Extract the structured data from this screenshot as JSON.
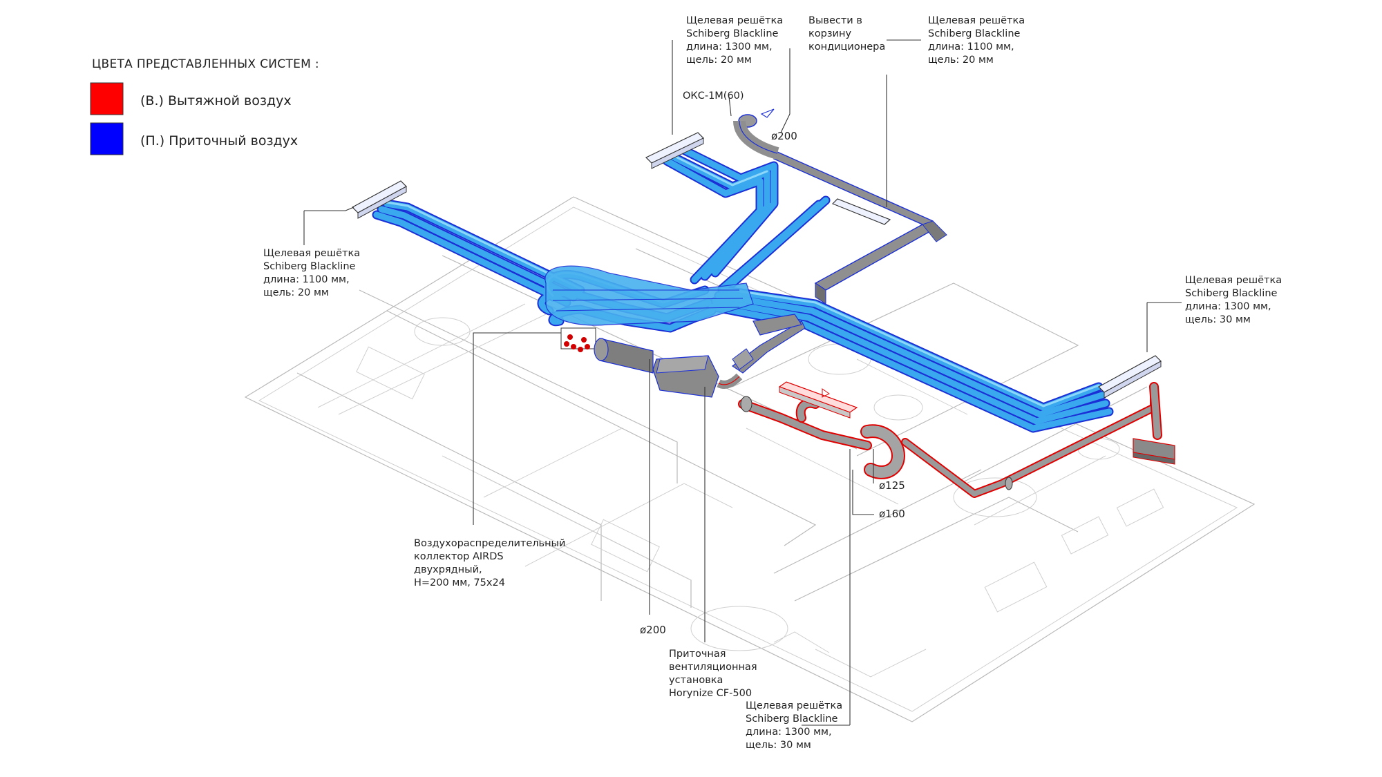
{
  "legend": {
    "title": "ЦВЕТА ПРЕДСТАВЛЕННЫХ СИСТЕМ :",
    "items": [
      {
        "label": "(В.) Вытяжной воздух",
        "color": "#ff0000"
      },
      {
        "label": "(П.) Приточный воздух",
        "color": "#0000ff"
      }
    ]
  },
  "colors": {
    "supply_duct": "#39a9ef",
    "supply_duct_light": "#7fd0f7",
    "supply_outline": "#1b2fd6",
    "exhaust_outline": "#e00000",
    "duct_grey": "#8d8d8d",
    "plan_lines": "#b9b9b9"
  },
  "labels": {
    "grille_top_left": [
      "Щелевая решётка",
      "Schiberg Blackline",
      "длина: 1300 мм,",
      "щель: 20 мм"
    ],
    "ac_basket": [
      "Вывести в",
      "корзину",
      "кондиционера"
    ],
    "grille_top_right": [
      "Щелевая решётка",
      "Schiberg Blackline",
      "длина: 1100 мм,",
      "щель: 20 мм"
    ],
    "okc": "ОКС-1М(60)",
    "d200_top": "ø200",
    "grille_left": [
      "Щелевая решётка",
      "Schiberg Blackline",
      "длина: 1100 мм,",
      "щель: 20 мм"
    ],
    "grille_right": [
      "Щелевая решётка",
      "Schiberg Blackline",
      "длина: 1300 мм,",
      "щель: 30 мм"
    ],
    "d125": "ø125",
    "d160": "ø160",
    "collector": [
      "Воздухораспределительный",
      "коллектор AIRDS",
      "двухрядный,",
      "H=200 мм, 75х24"
    ],
    "d200_bottom": "ø200",
    "unit": [
      "Приточная",
      "вентиляционная",
      "установка",
      "Horynize CF-500"
    ],
    "grille_bottom": [
      "Щелевая решётка",
      "Schiberg Blackline",
      "длина: 1300 мм,",
      "щель: 30 мм"
    ]
  }
}
